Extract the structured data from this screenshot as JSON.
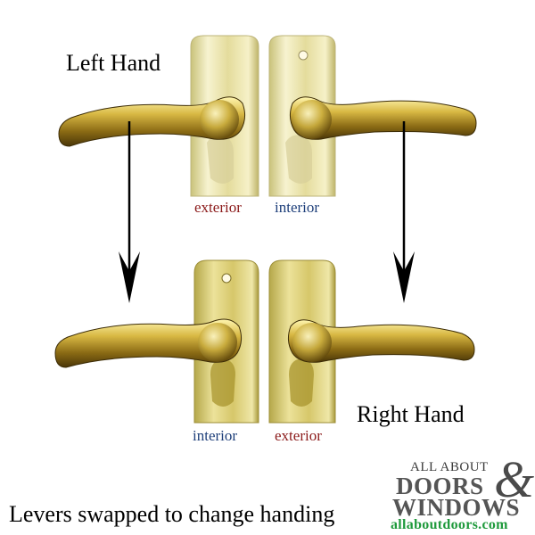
{
  "labels": {
    "top_hand": "Left Hand",
    "bottom_hand": "Right Hand",
    "top_left_side": "exterior",
    "top_right_side": "interior",
    "bottom_left_side": "interior",
    "bottom_right_side": "exterior",
    "caption": "Levers swapped to change handing"
  },
  "logo": {
    "line1": "ALL ABOUT",
    "line2": "DOORS",
    "line3": "WINDOWS",
    "ampersand": "&",
    "url": "allaboutdoors.com"
  },
  "colors": {
    "exterior": "#8b1a1a",
    "interior": "#1e3f7a",
    "brass": "#c9ae3c",
    "url_green": "#1f9a3c"
  }
}
